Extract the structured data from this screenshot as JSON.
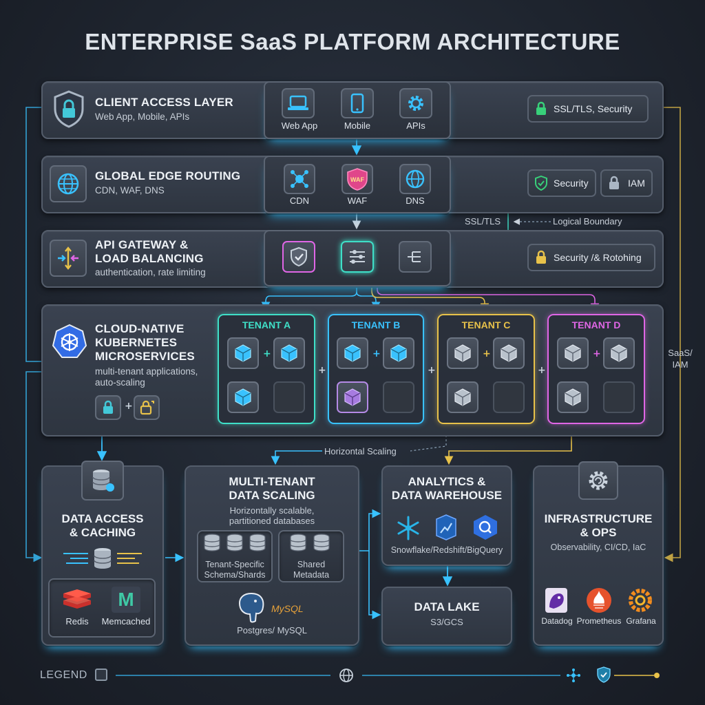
{
  "title": "ENTERPRISE SaaS PLATFORM ARCHITECTURE",
  "colors": {
    "cyan": "#39c2ff",
    "teal": "#3fe0c8",
    "magenta": "#e066e6",
    "yellow": "#e8c24a",
    "green": "#38d07a"
  },
  "client": {
    "title": "CLIENT ACCESS LAYER",
    "subtitle": "Web App, Mobile, APIs",
    "items": [
      "Web App",
      "Mobile",
      "APIs"
    ],
    "badge": "SSL/TLS, Security"
  },
  "edge": {
    "title": "GLOBAL EDGE ROUTING",
    "subtitle": "CDN, WAF, DNS",
    "items": [
      "CDN",
      "WAF",
      "DNS"
    ],
    "waf_icon": "WAF",
    "badges": [
      "Security",
      "IAM"
    ],
    "ssl": "SSL/TLS",
    "boundary": "Logical Boundary"
  },
  "gateway": {
    "title_1": "API GATEWAY &",
    "title_2": "LOAD BALANCING",
    "subtitle": "authentication, rate limiting",
    "badge": "Security /& Rotohing"
  },
  "k8s": {
    "title_1": "CLOUD-NATIVE",
    "title_2": "KUBERNETES",
    "title_3": "MICROSERVICES",
    "subtitle_1": "multi-tenant applications,",
    "subtitle_2": "auto-scaling",
    "tenants": [
      "TENANT A",
      "TENANT B",
      "TENANT C",
      "TENANT D"
    ]
  },
  "side_label_1": "SaaS/",
  "side_label_2": "IAM",
  "scaling": "Horizontal Scaling",
  "data_access": {
    "title_1": "DATA ACCESS",
    "title_2": "& CACHING",
    "items": [
      "Redis",
      "Memcached"
    ]
  },
  "multitenant": {
    "title_1": "MULTI-TENANT",
    "title_2": "DATA SCALING",
    "subtitle_1": "Horizontally scalable,",
    "subtitle_2": "partitioned databases",
    "shards_1": "Tenant-Specific",
    "shards_2": "Schema/Shards",
    "meta_1": "Shared",
    "meta_2": "Metadata",
    "db": "Postgres/ MySQL",
    "mysql": "MySQL"
  },
  "analytics": {
    "title_1": "ANALYTICS &",
    "title_2": "DATA WAREHOUSE",
    "items": "Snowflake/Redshift/BigQuery"
  },
  "lake": {
    "title": "DATA LAKE",
    "subtitle": "S3/GCS"
  },
  "infra": {
    "title_1": "INFRASTRUCTURE",
    "title_2": "& OPS",
    "subtitle": "Observability, CI/CD, IaC",
    "items": [
      "Datadog",
      "Prometheus",
      "Grafana"
    ]
  },
  "legend": "LEGEND"
}
